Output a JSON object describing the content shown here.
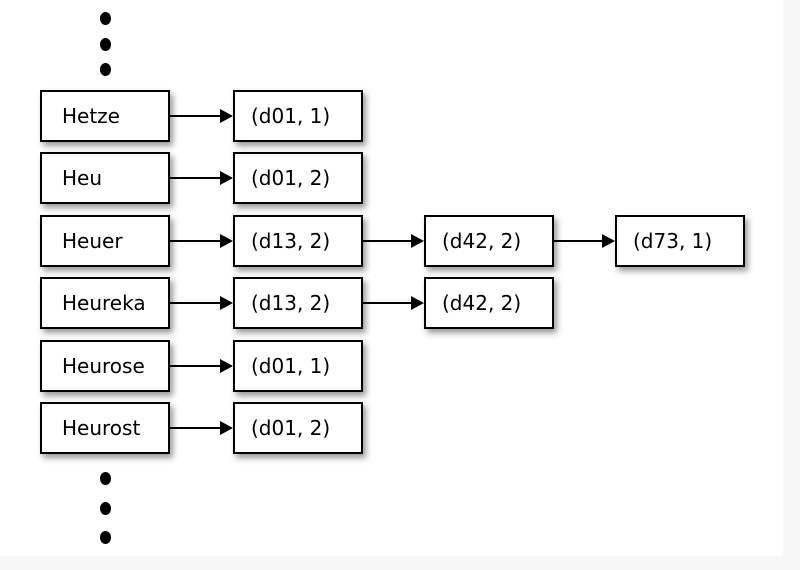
{
  "diagram": {
    "title": "dictionary-posting-list-diagram",
    "background_color": "#ffffff",
    "page_background_color": "#f7f7f7",
    "node_border_color": "#000000",
    "node_fill_color": "#ffffff",
    "text_color": "#000000",
    "ellipsis_top": [
      "dot",
      "dot",
      "dot"
    ],
    "ellipsis_bottom": [
      "dot",
      "dot",
      "dot"
    ],
    "columns": {
      "terms": {
        "name": "term-column",
        "items": [
          {
            "label": "Hetze"
          },
          {
            "label": "Heu"
          },
          {
            "label": "Heuer"
          },
          {
            "label": "Heureka"
          },
          {
            "label": "Heurose"
          },
          {
            "label": "Heurost"
          }
        ]
      },
      "postings_1": {
        "name": "posting-column-1",
        "items": [
          {
            "label": "(d01, 1)"
          },
          {
            "label": "(d01, 2)"
          },
          {
            "label": "(d13, 2)"
          },
          {
            "label": "(d13, 2)"
          },
          {
            "label": "(d01, 1)"
          },
          {
            "label": "(d01, 2)"
          }
        ]
      },
      "postings_2": {
        "name": "posting-column-2",
        "items": [
          {
            "label": "(d42, 2)",
            "row": 3
          },
          {
            "label": "(d42, 2)",
            "row": 4
          }
        ]
      },
      "postings_3": {
        "name": "posting-column-3",
        "items": [
          {
            "label": "(d73, 1)",
            "row": 3
          }
        ]
      }
    },
    "edges": [
      {
        "name": "edge-hetze-to-d01-1",
        "from": "Hetze",
        "to": "(d01, 1)"
      },
      {
        "name": "edge-heu-to-d01-2",
        "from": "Heu",
        "to": "(d01, 2)"
      },
      {
        "name": "edge-heuer-to-d13-2",
        "from": "Heuer",
        "to": "(d13, 2)"
      },
      {
        "name": "edge-heureka-to-d13-2",
        "from": "Heureka",
        "to": "(d13, 2)"
      },
      {
        "name": "edge-heurose-to-d01-1",
        "from": "Heurose",
        "to": "(d01, 1)"
      },
      {
        "name": "edge-heurost-to-d01-2",
        "from": "Heurost",
        "to": "(d01, 2)"
      },
      {
        "name": "edge-d13-2-to-d42-2-row3",
        "from": "(d13, 2)",
        "to": "(d42, 2)"
      },
      {
        "name": "edge-d13-2-to-d42-2-row4",
        "from": "(d13, 2)",
        "to": "(d42, 2)"
      },
      {
        "name": "edge-d42-2-to-d73-1",
        "from": "(d42, 2)",
        "to": "(d73, 1)"
      }
    ]
  }
}
